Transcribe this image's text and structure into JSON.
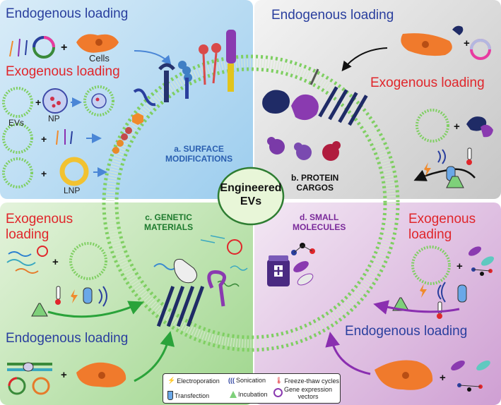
{
  "center": {
    "line1": "Engineered",
    "line2": "EVs"
  },
  "top_left": {
    "endogenous_title": "Endogenous loading",
    "cells_label": "Cells",
    "exogenous_title": "Exogenous loading",
    "evs_label": "EVs",
    "np_label": "NP",
    "lnp_label": "LNP",
    "section_label_1": "a. SURFACE",
    "section_label_2": "MODIFICATIONS"
  },
  "top_right": {
    "endogenous_title": "Endogenous loading",
    "exogenous_title": "Exogenous loading",
    "section_label_1": "b. PROTEIN",
    "section_label_2": "CARGOS"
  },
  "bottom_left": {
    "exogenous_title_1": "Exogenous",
    "exogenous_title_2": "loading",
    "endogenous_title": "Endogenous loading",
    "section_label_1": "c. GENETIC",
    "section_label_2": "MATERIALS"
  },
  "bottom_right": {
    "exogenous_title_1": "Exogenous",
    "exogenous_title_2": "loading",
    "endogenous_title": "Endogenous loading",
    "section_label_1": "d. SMALL",
    "section_label_2": "MOLECULES"
  },
  "legend": {
    "electroporation": "Electroporation",
    "sonication": "Sonication",
    "freeze_thaw": "Freeze-thaw cycles",
    "transfection": "Transfection",
    "incubation": "Incubation",
    "gene_vectors_1": "Gene expression",
    "gene_vectors_2": "vectors"
  },
  "colors": {
    "blue_text": "#2a3f9e",
    "red_text": "#e0262b",
    "green_text": "#1e7a2e",
    "purple_text": "#7a2a9a",
    "membrane": "#7fcf62",
    "cell": "#f07a2c"
  }
}
